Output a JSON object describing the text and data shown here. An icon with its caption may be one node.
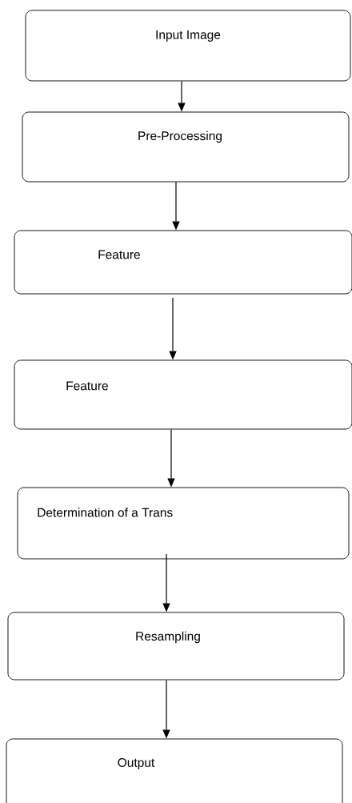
{
  "diagram": {
    "nodes": [
      {
        "text": [
          "Input Image"
        ]
      },
      {
        "text": [
          "Pre-Processing"
        ]
      },
      {
        "text": [
          "Feature"
        ]
      },
      {
        "text": [
          "Feature"
        ]
      },
      {
        "text": [
          "Determination of a Trans"
        ]
      },
      {
        "text": [
          "Resampling"
        ]
      },
      {
        "text": [
          "Output"
        ]
      }
    ],
    "edges": [
      {
        "from": 0,
        "to": 1,
        "arrow": "to"
      },
      {
        "from": 1,
        "to": 2,
        "arrow": "to"
      },
      {
        "from": 2,
        "to": 3,
        "arrow": "to"
      },
      {
        "from": 3,
        "to": 4,
        "arrow": "to"
      },
      {
        "from": 4,
        "to": 5,
        "arrow": "to"
      },
      {
        "from": 5,
        "to": 6,
        "arrow": "to"
      }
    ]
  }
}
